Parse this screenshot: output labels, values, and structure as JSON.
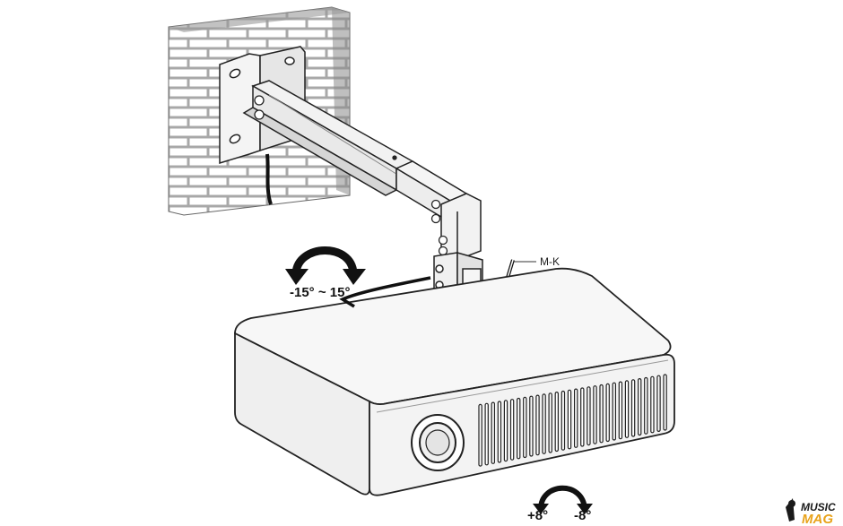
{
  "labels": {
    "swivel_range": "-15° ~ 15°",
    "tilt_plus": "+8°",
    "tilt_minus": "-8°",
    "callout_mk": "M-K"
  },
  "watermark": {
    "line1": "MUSIC",
    "line2": "MAG",
    "color_primary": "#e8a21a",
    "color_secondary": "#1a1a1a"
  },
  "colors": {
    "brick_fill": "#a8a8a8",
    "mortar": "#ffffff",
    "wall_side": "#8a8a8a",
    "metal": "#eeeeee",
    "outline": "#222222"
  }
}
